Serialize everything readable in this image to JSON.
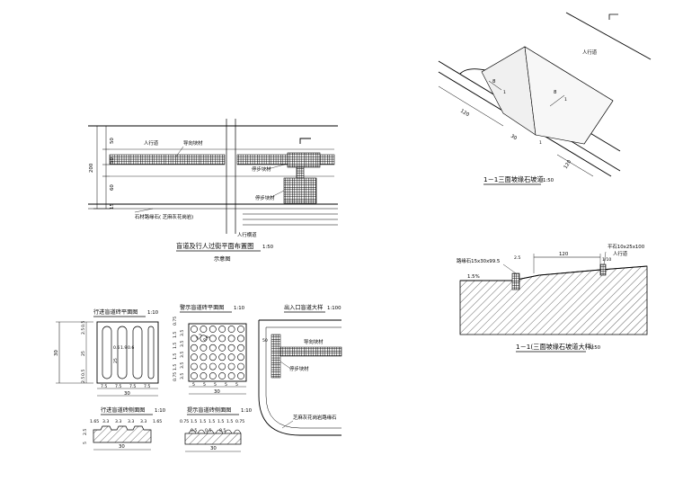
{
  "drawings": {
    "sidewalk_plan": {
      "sidewalk_label": "人行道",
      "guide_strip_label": "导向块材",
      "stop_strip_label": "停步块材",
      "stop_strip_label2": "停步块材",
      "curb_label": "石材路缘石( 芝麻灰花岗岩)",
      "crossing_label": "人行横道",
      "dims_vertical": [
        "50",
        "50",
        "200",
        "60",
        "15"
      ],
      "title": "盲道及行人过街平面布置图",
      "scale": "1:50",
      "subtitle": "示意图"
    },
    "slope_3d": {
      "sidewalk_label": "人行道",
      "ratio_a": "8",
      "ratio_a2": "1",
      "ratio_b": "8",
      "ratio_b2": "1",
      "dim_left": "120",
      "dim_mid": "30",
      "dim_right": "120",
      "ratio_c": "1",
      "title": "1－1三面坡缘石坡道",
      "scale": "1:50"
    },
    "slope_section": {
      "curb_label": "路缘石15x30x99.5",
      "curb_small": "2.5",
      "dim_120": "120",
      "flat_stone_label": "平石10x25x100",
      "sidewalk_label": "人行道",
      "slope_ratio": "1.5%",
      "top_dim": "1/10",
      "title": "1－1(三面坡缘石坡道大样)",
      "scale": "1:50"
    },
    "guide_tile": {
      "title": "行进盲道砖平面图",
      "scale": "1:10",
      "dim_30_left": "30",
      "dims_left": [
        "0.5",
        "2.5",
        "25",
        "0.5",
        "2.5"
      ],
      "dims_inner": [
        "0.6",
        "1.9",
        "0.6",
        "25"
      ],
      "dims_bottom": [
        "7.5",
        "7.5",
        "7.5",
        "7.5"
      ],
      "dim_30_bottom": "30",
      "section_title": "行进盲道砖侧面图",
      "section_scale": "1:10",
      "section_dims": [
        "1.65",
        "3.3",
        "3.3",
        "3.3",
        "3.3",
        "1.65"
      ],
      "section_h": [
        "2.5",
        "5"
      ],
      "section_w": "30"
    },
    "warning_tile": {
      "title": "警示盲道砖平面图",
      "scale": "1:10",
      "dot_dims": [
        "2.3",
        "0.6"
      ],
      "dims_left": [
        "0.75",
        "1.5",
        "1.5",
        "1.5",
        "1.5",
        "0.75"
      ],
      "dims_right": [
        "3.5",
        "3.5",
        "3.5",
        "3.5",
        "3.5"
      ],
      "dims_bottom": [
        "5",
        "5",
        "5",
        "5",
        "5"
      ],
      "dim_30_bottom": "30",
      "section_title": "提示盲道砖侧面图",
      "section_scale": "1:10",
      "section_dims": [
        "0.75",
        "1.5",
        "1.5",
        "1.5",
        "1.5",
        "1.5",
        "0.75"
      ],
      "section_sub": [
        "0.5",
        "0.5",
        "0.5"
      ],
      "section_w": "30"
    },
    "entrance": {
      "title": "出入口盲道大样",
      "scale": "1:100",
      "dim_50": "50",
      "guide_label": "导向块材",
      "stop_label": "停步块材",
      "curb_label": "芝麻灰花岗岩路缘石"
    }
  },
  "colors": {
    "ink": "#000000",
    "paper": "#ffffff",
    "hatch": "#000000"
  }
}
